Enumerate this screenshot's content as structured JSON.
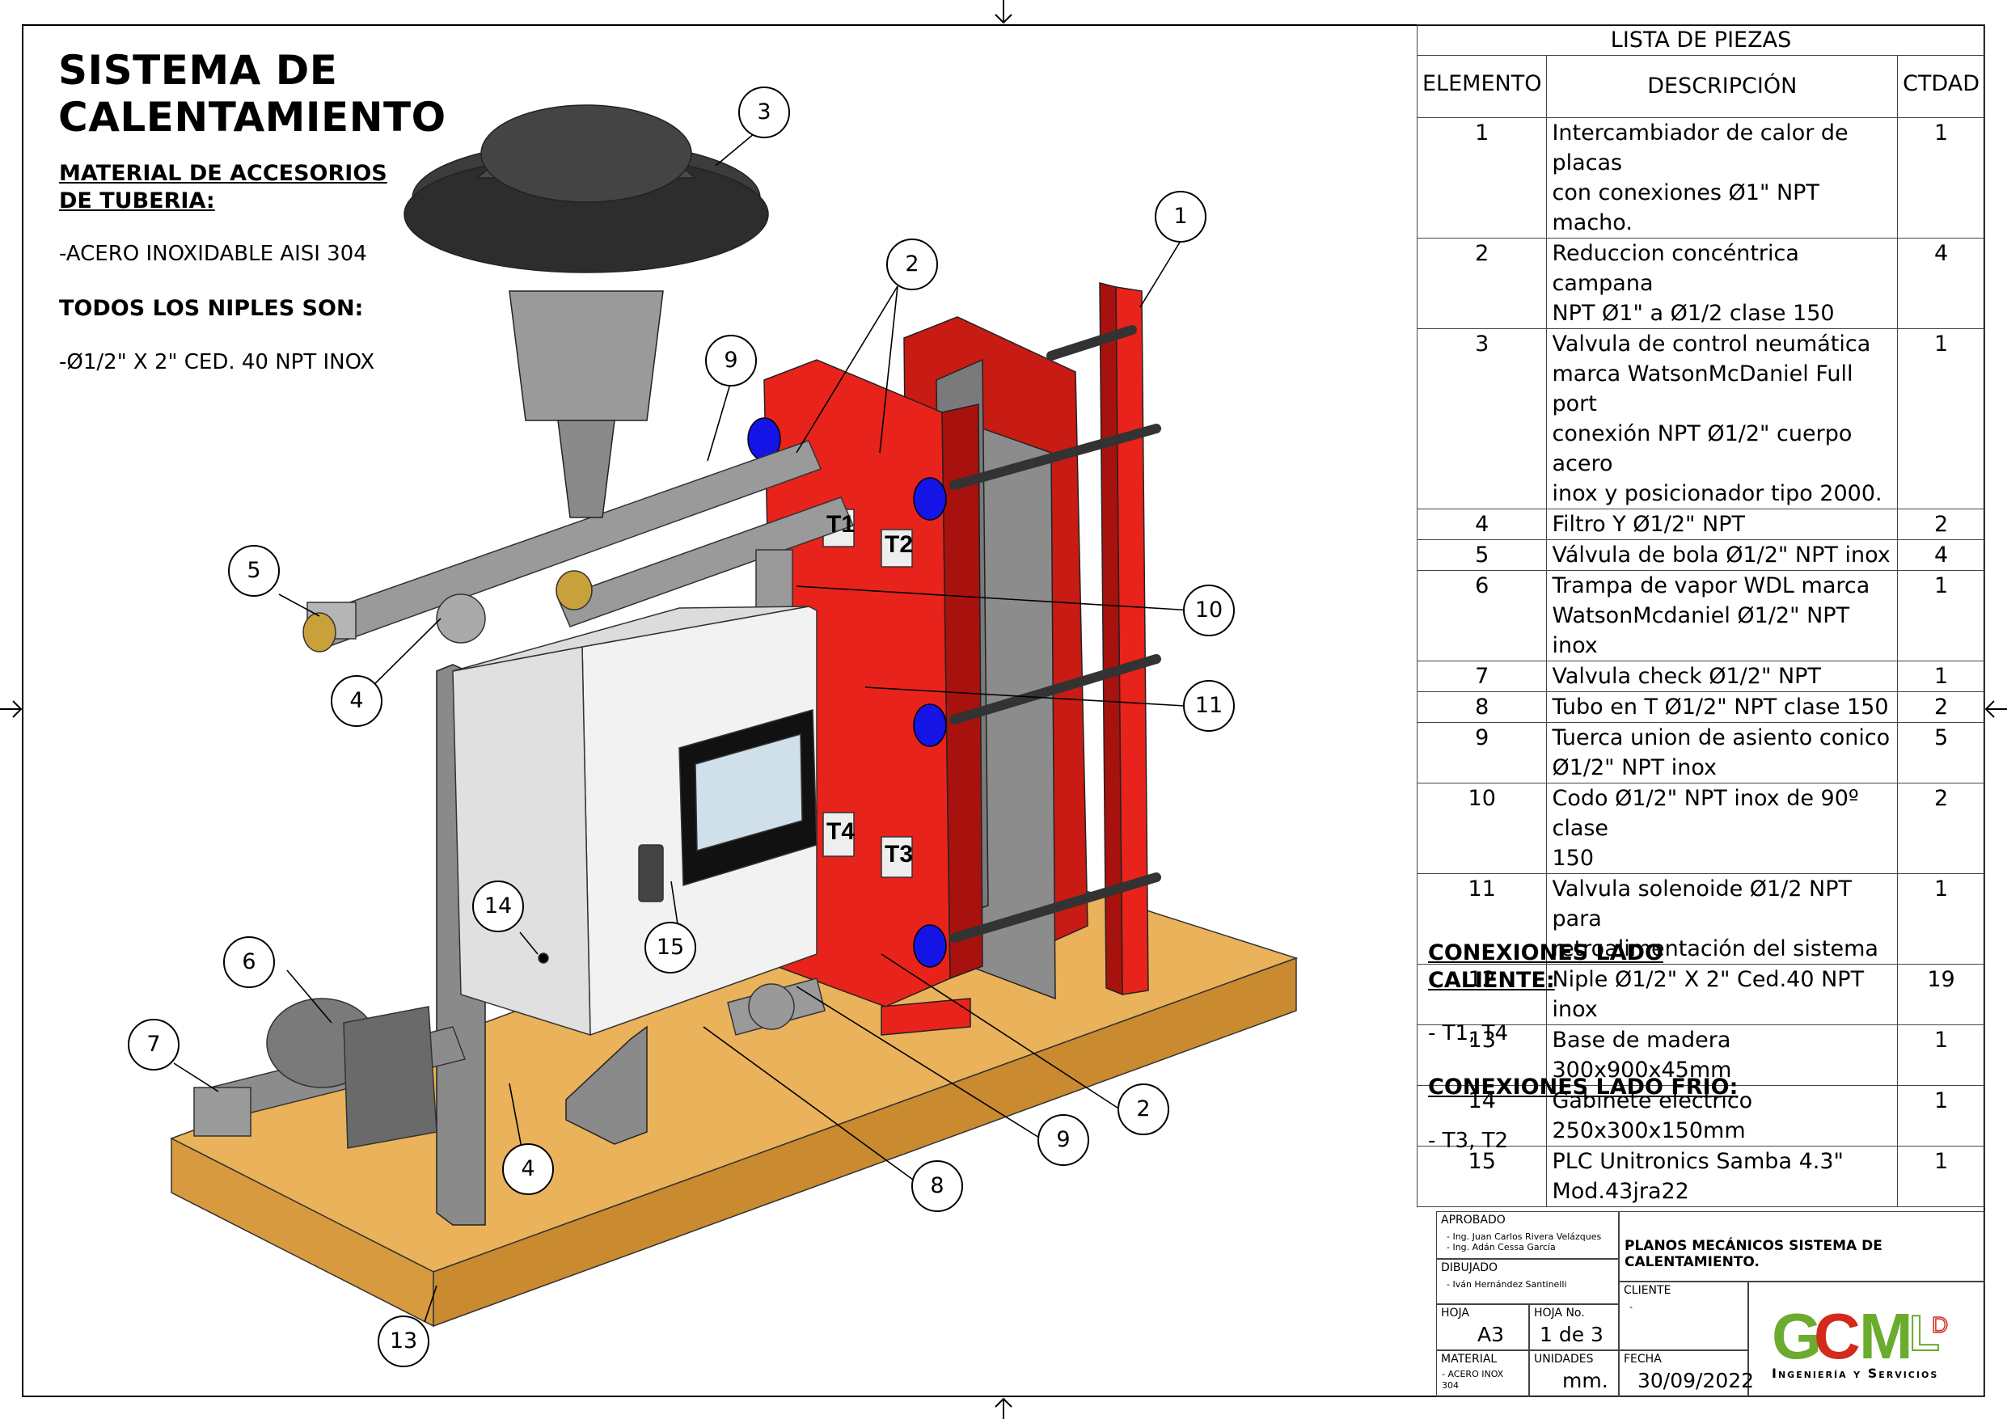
{
  "title_lines": [
    "SISTEMA DE",
    "CALENTAMIENTO"
  ],
  "material_heading_lines": [
    "MATERIAL DE ACCESORIOS",
    "DE TUBERIA:"
  ],
  "material_value": "-ACERO INOXIDABLE AISI 304",
  "niples_heading": "TODOS LOS NIPLES SON:",
  "niples_value": "-Ø1/2\" X 2\" CED. 40 NPT INOX",
  "parts_list": {
    "title": "LISTA DE PIEZAS",
    "headers": {
      "element": "ELEMENTO",
      "description": "DESCRIPCIÓN",
      "qty": "CTDAD"
    },
    "rows": [
      {
        "element": "1",
        "description": [
          "Intercambiador de calor de placas",
          "con conexiones Ø1\" NPT macho."
        ],
        "qty": "1"
      },
      {
        "element": "2",
        "description": [
          "Reduccion concéntrica campana",
          "NPT Ø1\" a Ø1/2 clase 150"
        ],
        "qty": "4"
      },
      {
        "element": "3",
        "description": [
          "Valvula de control neumática",
          "marca WatsonMcDaniel Full port",
          "conexión NPT Ø1/2\" cuerpo acero",
          "inox y posicionador tipo 2000."
        ],
        "qty": "1"
      },
      {
        "element": "4",
        "description": [
          "Filtro Y Ø1/2\" NPT"
        ],
        "qty": "2"
      },
      {
        "element": "5",
        "description": [
          "Válvula de bola Ø1/2\" NPT inox"
        ],
        "qty": "4"
      },
      {
        "element": "6",
        "description": [
          "Trampa de vapor WDL marca",
          "WatsonMcdaniel Ø1/2\" NPT inox"
        ],
        "qty": "1"
      },
      {
        "element": "7",
        "description": [
          "Valvula check Ø1/2\" NPT"
        ],
        "qty": "1"
      },
      {
        "element": "8",
        "description": [
          "Tubo en T  Ø1/2\" NPT clase 150"
        ],
        "qty": "2"
      },
      {
        "element": "9",
        "description": [
          "Tuerca union de asiento conico",
          "Ø1/2\" NPT inox"
        ],
        "qty": "5"
      },
      {
        "element": "10",
        "description": [
          "Codo Ø1/2\" NPT inox de 90º clase",
          "150"
        ],
        "qty": "2"
      },
      {
        "element": "11",
        "description": [
          "Valvula solenoide Ø1/2 NPT para",
          "retroalimentación del sistema"
        ],
        "qty": "1"
      },
      {
        "element": "12",
        "description": [
          "Niple Ø1/2\" X 2\" Ced.40  NPT inox"
        ],
        "qty": "19"
      },
      {
        "element": "13",
        "description": [
          "Base de madera 300x900x45mm"
        ],
        "qty": "1"
      },
      {
        "element": "14",
        "description": [
          "Gabinete electrico 250x300x150mm"
        ],
        "qty": "1"
      },
      {
        "element": "15",
        "description": [
          "PLC Unitronics Samba 4.3\"",
          "Mod.43jra22"
        ],
        "qty": "1"
      }
    ]
  },
  "hot_side_heading_lines": [
    "CONEXIONES LADO",
    "CALIENTE:"
  ],
  "hot_side_value": "- T1, T4",
  "cold_side_heading": "CONEXIONES LADO FRIO:",
  "cold_side_value": "- T3, T2",
  "title_block": {
    "approved_label": "APROBADO",
    "approved_names": [
      "- Ing. Juan Carlos Rivera Velázques",
      "- Ing. Adán Cessa García"
    ],
    "drawn_label": "DIBUJADO",
    "drawn_name": "- Iván Hernández Santinelli",
    "drawing_title": "PLANOS MECÁNICOS SISTEMA DE CALENTAMIENTO.",
    "client_label": "CLIENTE",
    "client_value": "-",
    "sheet_size_label": "HOJA",
    "sheet_size_value": "A3",
    "sheet_no_label": "HOJA No.",
    "sheet_no_value": "1 de 3",
    "material_label": "MATERIAL",
    "material_value_lines": [
      "- ACERO INOX",
      "304"
    ],
    "units_label": "UNIDADES",
    "units_value": "mm.",
    "date_label": "FECHA",
    "date_value": "30/09/2022",
    "logo_letters": "GCML",
    "logo_sub": "D",
    "company_tagline": "Ingeniería y Servicios"
  },
  "tank_labels": [
    "T1",
    "T2",
    "T4",
    "T3"
  ],
  "callouts": [
    "1",
    "2",
    "3",
    "4",
    "5",
    "6",
    "7",
    "8",
    "9",
    "10",
    "11",
    "13",
    "14",
    "15",
    "2",
    "4",
    "9"
  ],
  "colors": {
    "frame_red": "#e8231c",
    "dark_red": "#a8120e",
    "steel": "#8a8a8a",
    "wood": "#e6a94e",
    "bolt_blue": "#1414e6",
    "cabinet": "#eeeeee",
    "actuator": "#3c3c3c",
    "logo_green": "#6bab2d",
    "logo_red": "#d42a1a"
  }
}
